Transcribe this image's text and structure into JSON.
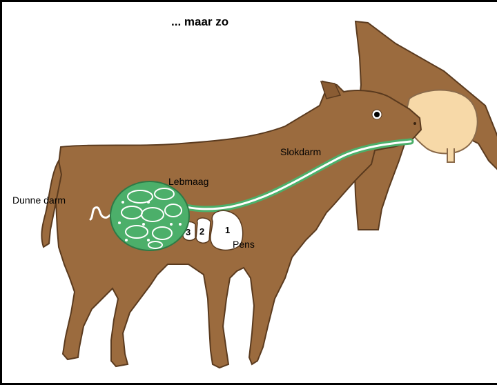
{
  "title": "... maar zo",
  "labels": {
    "slokdarm": "Slokdarm",
    "lebmaag": "Lebmaag",
    "dunne_darm": "Dunne darm",
    "pens": "Pens"
  },
  "stomach_numbers": {
    "one": "1",
    "two": "2",
    "three": "3"
  },
  "colors": {
    "cow_brown": "#9b6b3e",
    "cow_outline": "#5a3a1e",
    "mother_brown": "#9b6b3e",
    "udder": "#f7d9a8",
    "abomasum_green": "#4caf6a",
    "esophagus_green": "#4caf6a"
  }
}
